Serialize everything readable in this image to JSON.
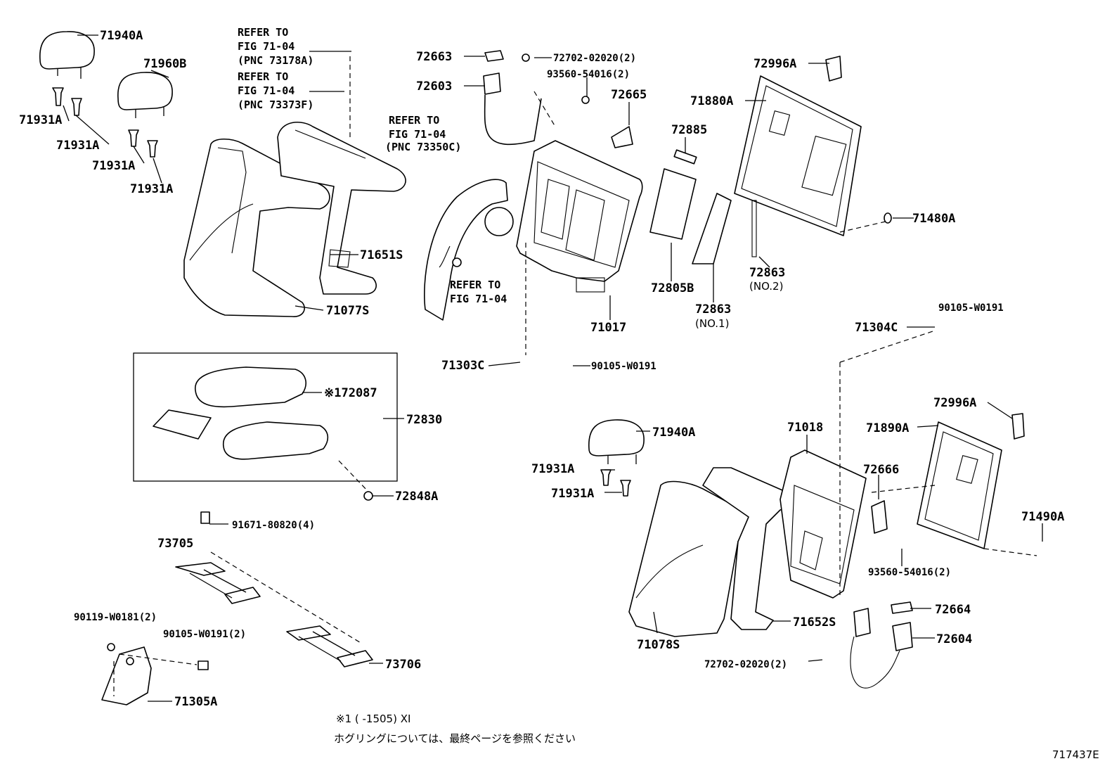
{
  "labels": {
    "l71940A_top": "71940A",
    "l71960B": "71960B",
    "l71931A_1": "71931A",
    "l71931A_2": "71931A",
    "l71931A_3": "71931A",
    "l71931A_4": "71931A",
    "l71651S": "71651S",
    "l71077S": "71077S",
    "l72663": "72663",
    "l72603": "72603",
    "l72702_top": "72702-02020(2)",
    "l93560_top": "93560-54016(2)",
    "l72665": "72665",
    "l72885": "72885",
    "l72996A_top": "72996A",
    "l71880A": "71880A",
    "l71480A": "71480A",
    "l72863_no2": "72863",
    "l72863_no2_sub": "(NO.2)",
    "l72805B": "72805B",
    "l72863_no1": "72863",
    "l72863_no1_sub": "(NO.1)",
    "l71017": "71017",
    "l71303C": "71303C",
    "l90105_mid": "90105-W0191",
    "l90105_right": "90105-W0191",
    "l71304C": "71304C",
    "l172087": "※172087",
    "l72830": "72830",
    "l72848A": "72848A",
    "l91671": "91671-80820(4)",
    "l73705": "73705",
    "l73706": "73706",
    "l90119": "90119-W0181(2)",
    "l90105_2": "90105-W0191(2)",
    "l71305A": "71305A",
    "l71940A_mid": "71940A",
    "l71931A_5": "71931A",
    "l71931A_6": "71931A",
    "l71018": "71018",
    "l72996A_bot": "72996A",
    "l71890A": "71890A",
    "l72666": "72666",
    "l71490A": "71490A",
    "l93560_bot": "93560-54016(2)",
    "l72664": "72664",
    "l71652S": "71652S",
    "l72604": "72604",
    "l71078S": "71078S",
    "l72702_bot": "72702-02020(2)",
    "l717437": "717437E"
  },
  "refs": {
    "ref1": [
      "REFER TO",
      "FIG 71-04",
      "(PNC 73178A)"
    ],
    "ref2": [
      "REFER TO",
      "FIG 71-04",
      "(PNC 73373F)"
    ],
    "ref3": [
      "REFER TO",
      "FIG 71-04",
      "(PNC 73350C)"
    ],
    "ref4": [
      "REFER TO",
      "FIG 71-04"
    ]
  },
  "notes": {
    "note1": "※1 (      -1505) XI",
    "note2": "ホグリングについては、最終ページを参照ください"
  }
}
